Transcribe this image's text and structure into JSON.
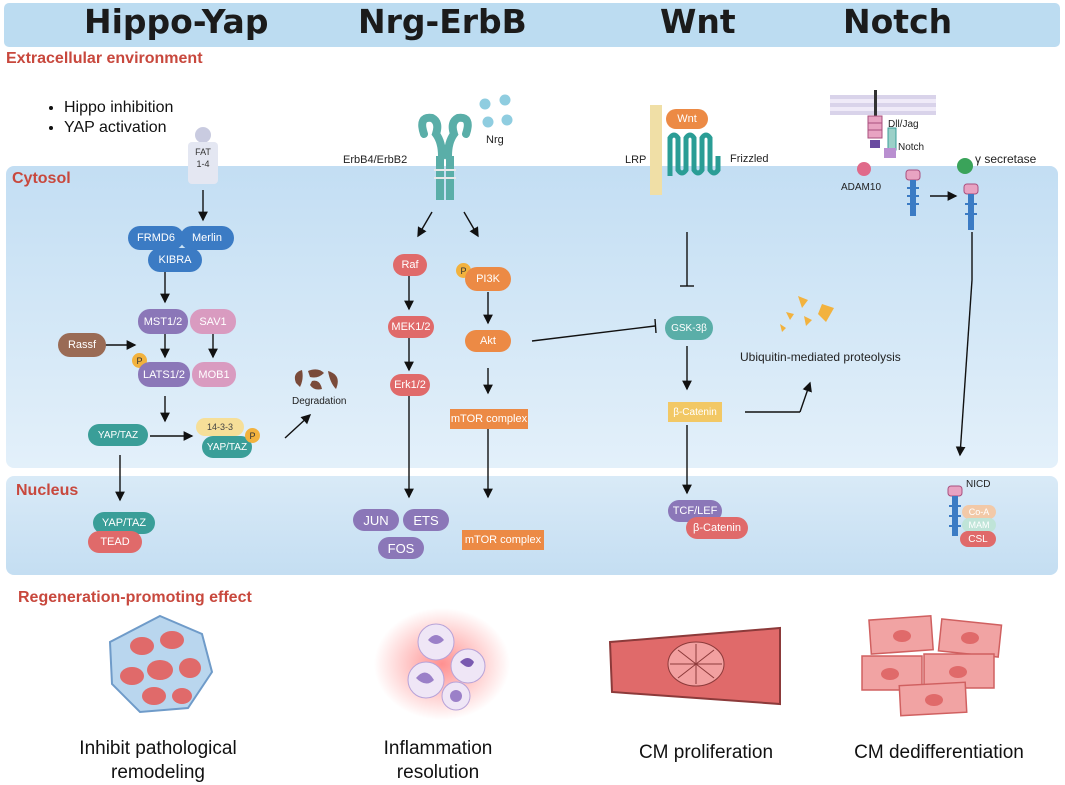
{
  "headers": {
    "hippo": "Hippo-Yap",
    "nrg": "Nrg-ErbB",
    "wnt": "Wnt",
    "notch": "Notch"
  },
  "sections": {
    "extracellular": "Extracellular environment",
    "cytosol": "Cytosol",
    "nucleus": "Nucleus",
    "regeneration": "Regeneration-promoting effect"
  },
  "hippo": {
    "bullets": [
      "Hippo inhibition",
      "YAP activation"
    ],
    "fat": "FAT\n1-4",
    "frmd6": "FRMD6",
    "merlin": "Merlin",
    "kibra": "KIBRA",
    "mst": "MST1/2",
    "sav1": "SAV1",
    "rassf": "Rassf",
    "lats": "LATS1/2",
    "mob1": "MOB1",
    "p": "P",
    "yaptaz_cyto": "YAP/TAZ",
    "p1433": "14-3-3",
    "yaptaz_bound": "YAP/TAZ",
    "degradation": "Degradation",
    "yaptaz_nuc": "YAP/TAZ",
    "tead": "TEAD"
  },
  "nrg": {
    "receptor": "ErbB4/ErbB2",
    "ligand": "Nrg",
    "raf": "Raf",
    "mek": "MEK1/2",
    "erk": "Erk1/2",
    "pi3k": "PI3K",
    "akt": "Akt",
    "mtor": "mTOR complex",
    "jun": "JUN",
    "ets": "ETS",
    "fos": "FOS",
    "mtor_nuc": "mTOR complex"
  },
  "wnt": {
    "lrp": "LRP",
    "wnt": "Wnt",
    "frizzled": "Frizzled",
    "gsk": "GSK-3β",
    "bcat": "β-Catenin",
    "ubiq": "Ubiquitin-mediated proteolysis",
    "tcf": "TCF/LEF",
    "bcat_nuc": "β-Catenin"
  },
  "notch": {
    "dll": "Dll/Jag",
    "notch": "Notch",
    "adam": "ADAM10",
    "gamma": "γ secretase",
    "nicd": "NICD",
    "coa": "Co-A",
    "mam": "MAM",
    "csl": "CSL"
  },
  "effects": [
    "Inhibit pathological\nremodeling",
    "Inflammation\nresolution",
    "CM proliferation",
    "CM dedifferentiation"
  ],
  "colors": {
    "header_bar": "#bcdcf1",
    "section_text": "#c8483d",
    "blue_node": "#3b7bc4",
    "purple_node": "#8b77b8",
    "pink_node": "#d99bc0",
    "teal_node": "#3a9e98",
    "salmon_node": "#e06a6a",
    "orange_node": "#ec8a45",
    "amber_node": "#f2c865",
    "receptor_teal": "#5aaea8",
    "frizzled_teal": "#2a9d95",
    "lrp_beige": "#f0dfa6"
  }
}
